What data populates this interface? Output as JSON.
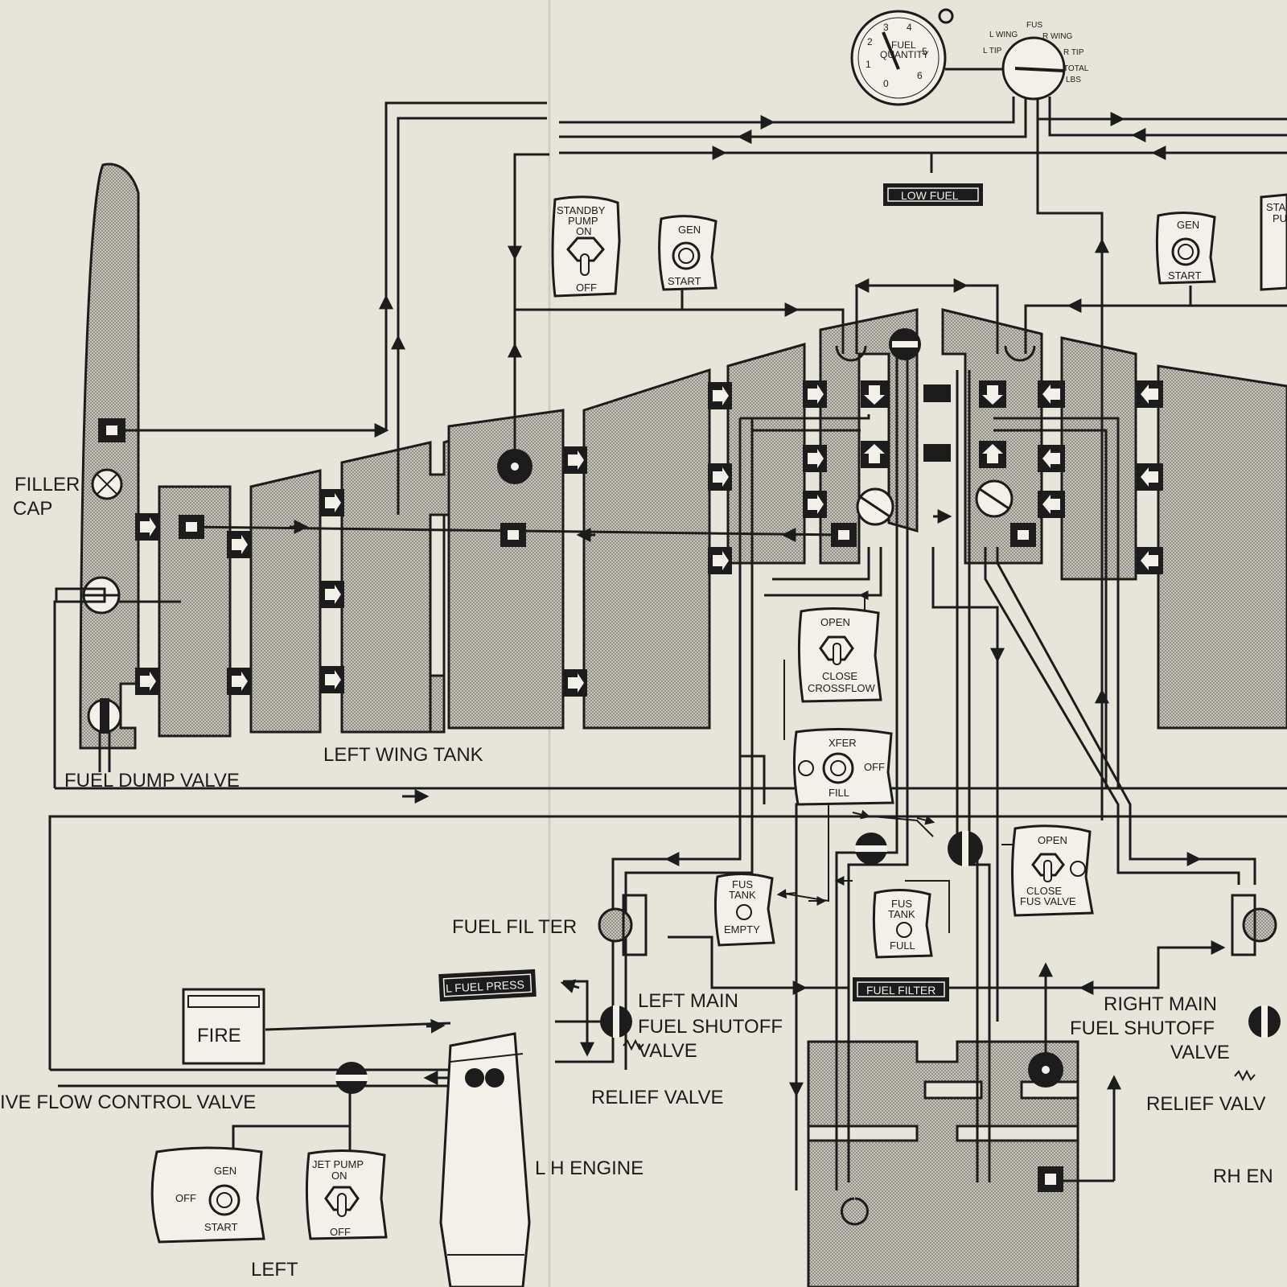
{
  "labels": {
    "filler_cap": [
      "FILLER",
      "CAP"
    ],
    "fuel_dump_valve": "FUEL DUMP VALVE",
    "left_wing_tank": "LEFT WING TANK",
    "fuel_filter_left": "FUEL FIL TER",
    "left_main_shutoff": [
      "LEFT MAIN",
      "FUEL SHUTOFF",
      "VALVE"
    ],
    "relief_valve_left": "RELIEF VALVE",
    "flow_control_valve": "IVE FLOW CONTROL VALVE",
    "lh_engine": "L H ENGINE",
    "left": "LEFT",
    "right_main_shutoff": [
      "RIGHT MAIN",
      "FUEL SHUTOFF",
      "VALVE"
    ],
    "relief_valve_right": "RELIEF VALV",
    "rh_engine": "RH EN"
  },
  "annunciators": {
    "low_fuel": "LOW FUEL",
    "l_fuel_press": "L FUEL PRESS",
    "fuel_filter": "FUEL FILTER"
  },
  "switches": {
    "standby_pump": {
      "title": [
        "STANDBY",
        "PUMP"
      ],
      "on": "ON",
      "off": "OFF"
    },
    "gen_left_top": {
      "title": "GEN",
      "bottom": "START"
    },
    "gen_right_top": {
      "title": "GEN",
      "bottom": "START"
    },
    "right_standby_partial": [
      "STA",
      "PU"
    ],
    "crossflow": {
      "top": "OPEN",
      "bottom": [
        "CLOSE",
        "CROSSFLOW"
      ]
    },
    "xfer": {
      "top": "XFER",
      "right": "OFF",
      "bottom": "FILL"
    },
    "fus_tank_empty": {
      "title": [
        "FUS",
        "TANK"
      ],
      "bottom": "EMPTY"
    },
    "fus_tank_full": {
      "title": [
        "FUS",
        "TANK"
      ],
      "bottom": "FULL"
    },
    "fus_valve": {
      "top": "OPEN",
      "bottom": [
        "CLOSE",
        "FUS VALVE"
      ]
    },
    "gen_left_bottom": {
      "title": "GEN",
      "left": "OFF",
      "bottom": "START"
    },
    "jet_pump": {
      "title": [
        "JET PUMP",
        "ON"
      ],
      "bottom": "OFF"
    }
  },
  "fire_button": "FIRE",
  "gauge": {
    "title": [
      "FUEL",
      "QUANTITY"
    ],
    "scale": [
      "0",
      "1",
      "2",
      "3",
      "4",
      "5",
      "6"
    ]
  },
  "selector": {
    "positions": [
      "L WING",
      "FUS",
      "R WING",
      "L TIP",
      "R TIP",
      "TOTAL",
      "LBS"
    ]
  },
  "colors": {
    "ink": "#1c1c1c",
    "paper": "#e7e4da",
    "tank_fill": "#9a9890"
  }
}
